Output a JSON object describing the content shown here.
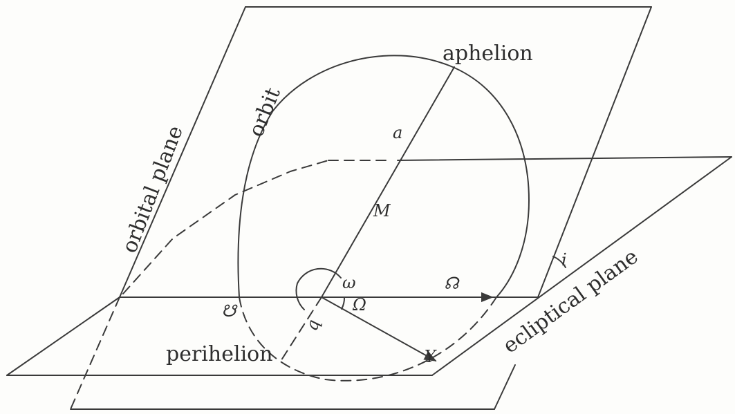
{
  "colors": {
    "ink": "#3a3a3a",
    "paper": "#fdfdfb"
  },
  "labels": {
    "aphelion": "aphelion",
    "orbit": "orbit",
    "orbital_plane": "orbital plane",
    "ecliptical_plane": "ecliptical plane",
    "perihelion": "perihelion",
    "a": "a",
    "M": "M",
    "omega_small": "ω",
    "asc_node": "☊",
    "Omega_big": "Ω",
    "desc_node": "☋",
    "q": "q",
    "vernal": "Υ",
    "i": "i"
  }
}
